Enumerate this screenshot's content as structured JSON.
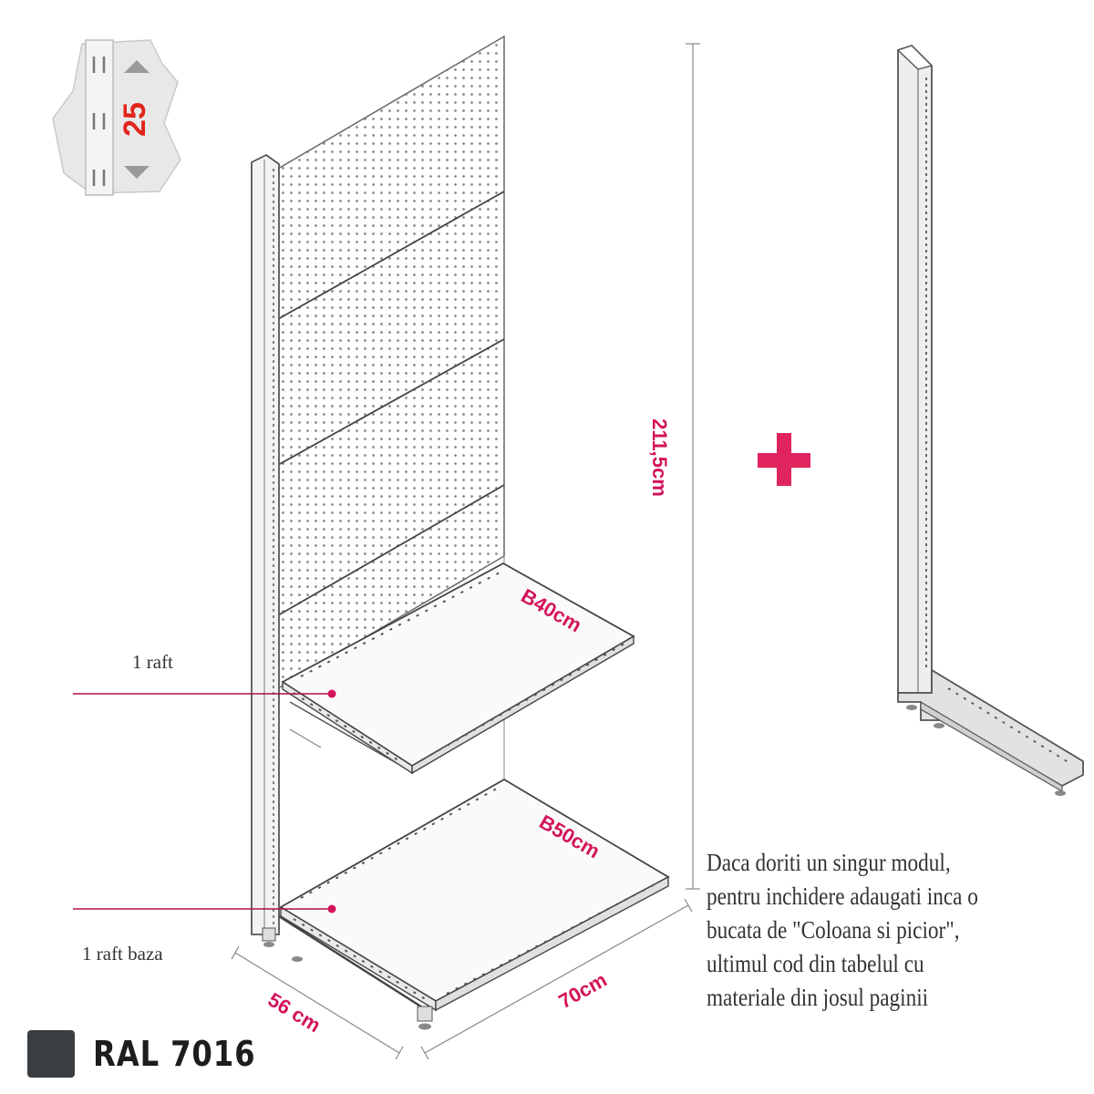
{
  "colors": {
    "accent": "#d4145a",
    "ral_swatch": "#383e42",
    "line": "#6a6a6a"
  },
  "slot_badge": {
    "value": "25"
  },
  "dimensions": {
    "height": "211,5cm",
    "depth": "56 cm",
    "width": "70cm",
    "upper_shelf": "B40cm",
    "base_shelf": "B50cm"
  },
  "callouts": {
    "upper_shelf_label": "1 raft",
    "base_shelf_label": "1 raft baza"
  },
  "plus_icon": "plus-icon",
  "note": {
    "lines": [
      "Daca doriti un singur modul,",
      "pentru inchidere adaugati inca o",
      "bucata de \"Coloana si picior\",",
      "ultimul cod din tabelul cu",
      "materiale din josul paginii"
    ]
  },
  "ral": {
    "label": "RAL 7016"
  }
}
